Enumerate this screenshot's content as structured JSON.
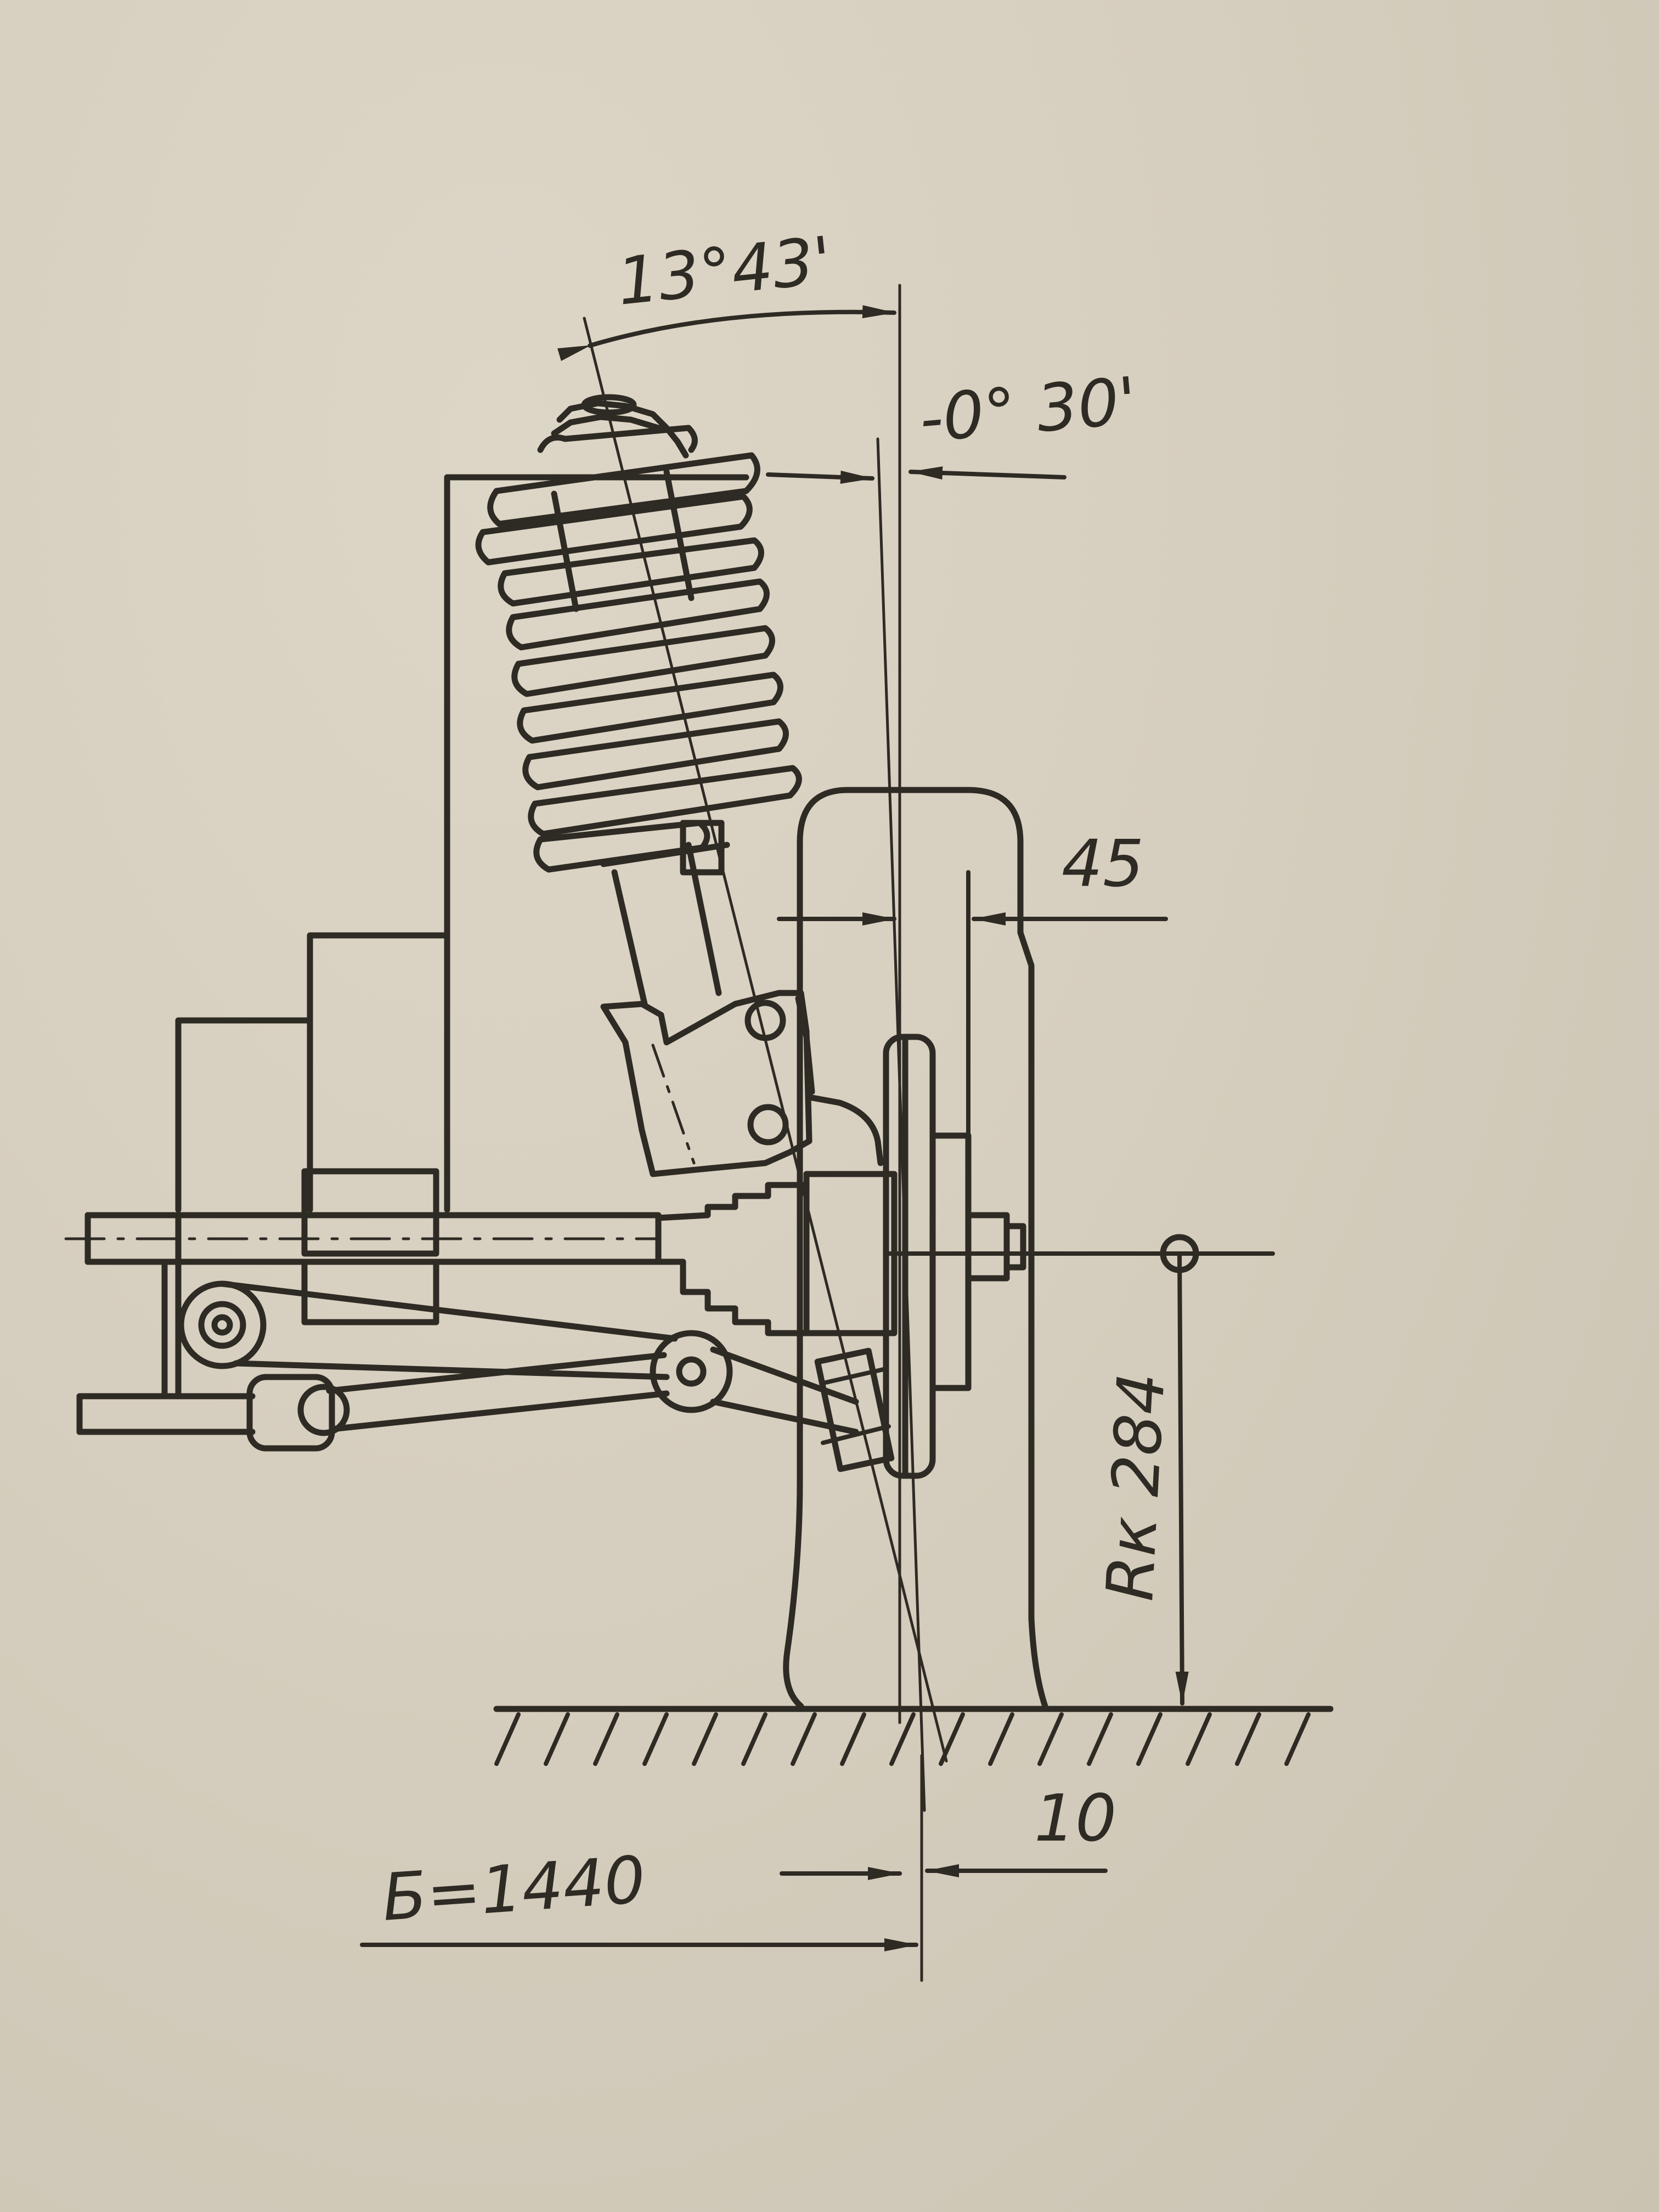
{
  "labels": {
    "kingpin_angle": "13°43'",
    "camber": "-0° 30'",
    "offset_45": "45",
    "rolling_radius": "Rк 284",
    "scrub_10": "10",
    "track": "Б=1440"
  }
}
